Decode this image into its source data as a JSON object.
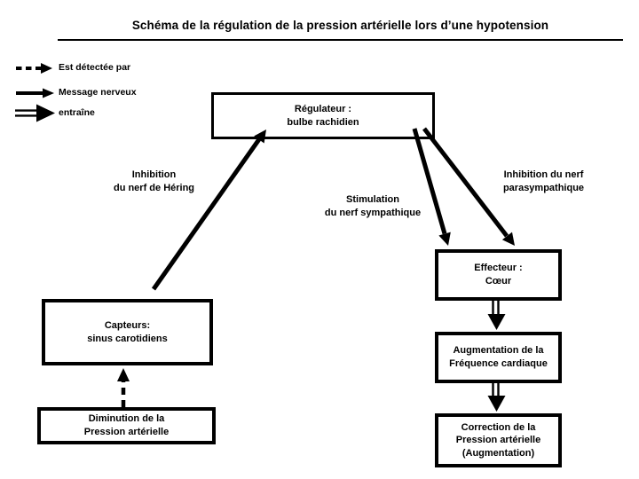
{
  "title": "Schéma de la régulation de la pression artérielle lors d’une hypotension",
  "legend": {
    "items": [
      {
        "icon": "dashed-arrow-icon",
        "label": "Est détectée par"
      },
      {
        "icon": "solid-arrow-icon",
        "label": "Message nerveux"
      },
      {
        "icon": "double-arrow-icon",
        "label": "entraîne"
      }
    ]
  },
  "boxes": {
    "regulator": {
      "line1": "Régulateur :",
      "line2": "bulbe rachidien"
    },
    "sensors": {
      "line1": "Capteurs:",
      "line2": "sinus carotidiens"
    },
    "stimulus": {
      "line1": "Diminution de la",
      "line2": "Pression artérielle"
    },
    "effector": {
      "line1": "Effecteur :",
      "line2": "Cœur"
    },
    "response_frequency": {
      "line1": "Augmentation de la",
      "line2": "Fréquence cardiaque"
    },
    "response_correction": {
      "line1": "Correction de la",
      "line2": "Pression artérielle",
      "line3": "(Augmentation)"
    }
  },
  "edge_labels": {
    "hering": {
      "line1": "Inhibition",
      "line2": "du nerf de Héring"
    },
    "sympathetic": {
      "line1": "Stimulation",
      "line2": "du nerf sympathique"
    },
    "parasympathetic": {
      "line1": "Inhibition du nerf",
      "line2": "parasympathique"
    }
  },
  "colors": {
    "ink": "#000000",
    "background": "#ffffff"
  }
}
